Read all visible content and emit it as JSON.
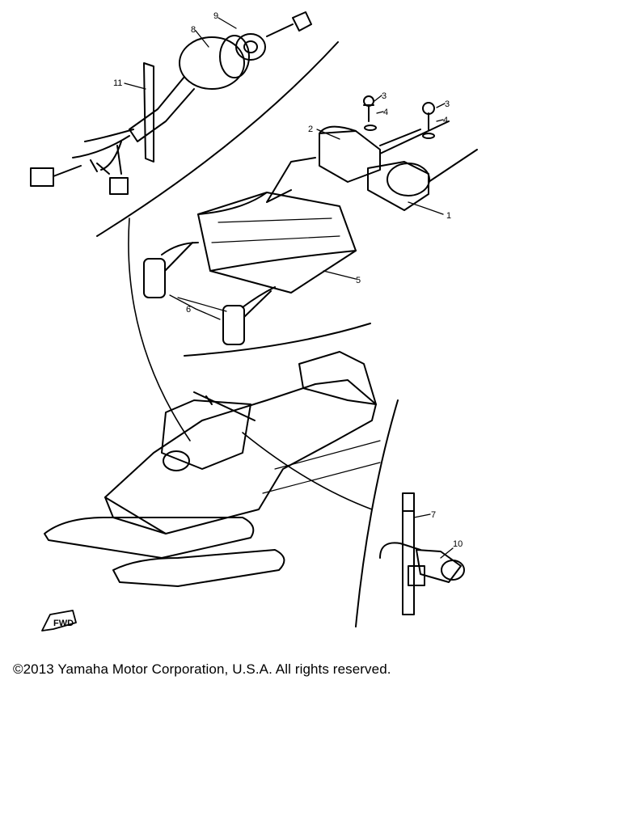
{
  "diagram": {
    "callouts": [
      "1",
      "2",
      "3",
      "4",
      "3",
      "4",
      "5",
      "6",
      "7",
      "8",
      "9",
      "10",
      "11"
    ],
    "fwd_label": "FWD"
  },
  "footer": {
    "copyright": "©2013 Yamaha Motor Corporation, U.S.A. All rights reserved."
  }
}
